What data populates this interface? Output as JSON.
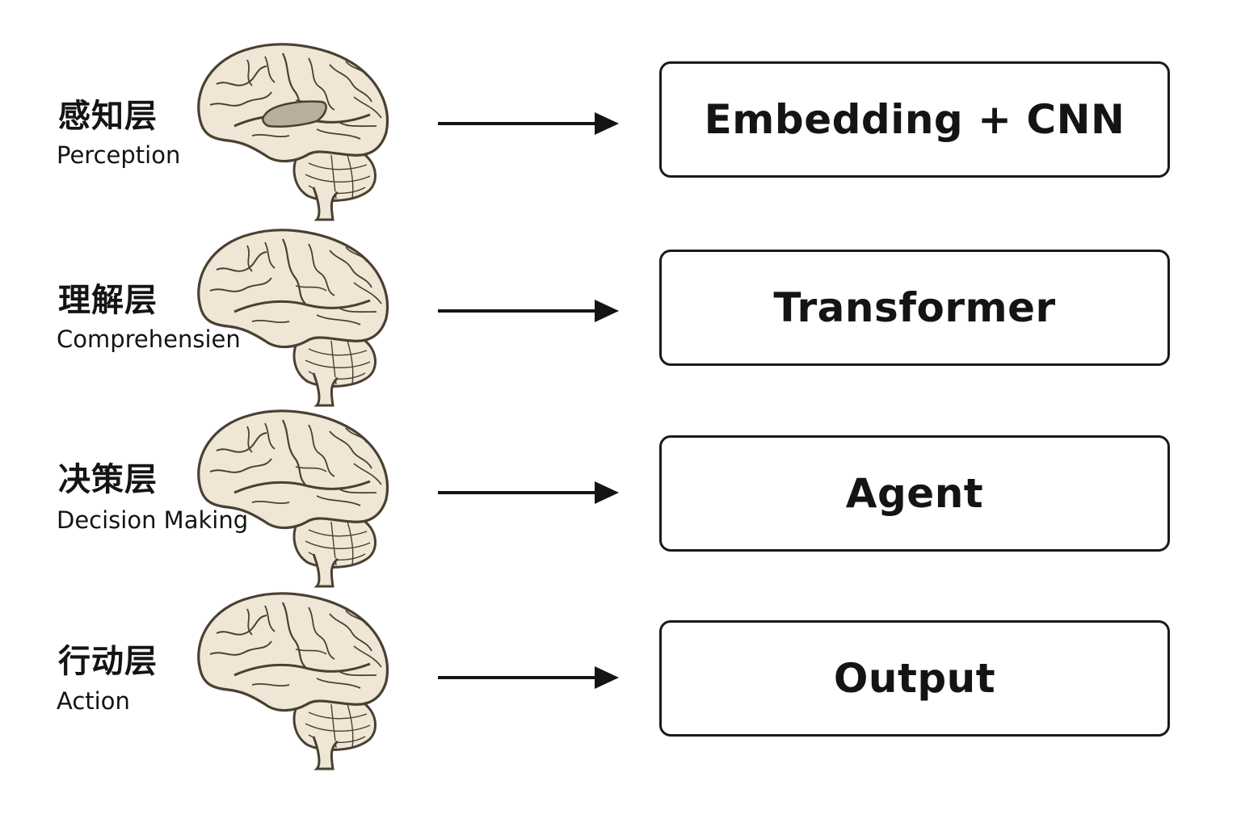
{
  "colors": {
    "brain_fill": "#efe6d6",
    "brain_stroke": "#4a4032",
    "highlight_fill": "#b7ae9e",
    "ink": "#141414"
  },
  "icons": {
    "brain": "brain-icon",
    "arrow": "right-arrow-icon"
  },
  "layers": [
    {
      "cn": "感知层",
      "en": "Perception",
      "module": "Embedding + CNN",
      "highlighted": true
    },
    {
      "cn": "理解层",
      "en": "Comprehensien",
      "module": "Transformer",
      "highlighted": false
    },
    {
      "cn": "决策层",
      "en": "Decision Making",
      "module": "Agent",
      "highlighted": false
    },
    {
      "cn": "行动层",
      "en": "Action",
      "module": "Output",
      "highlighted": false
    }
  ]
}
